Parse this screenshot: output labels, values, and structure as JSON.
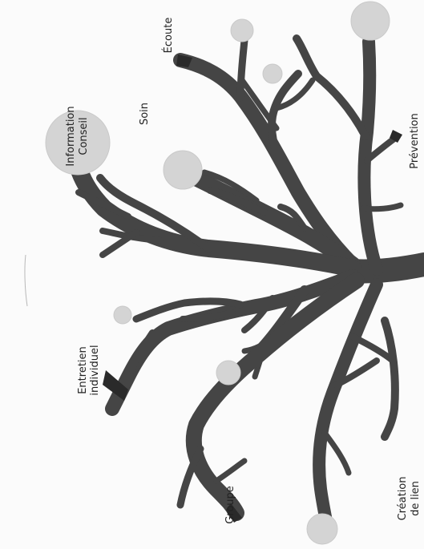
{
  "diagram": {
    "labels": {
      "information": "Information",
      "conseil": "Conseil",
      "soin": "Soin",
      "ecoute": "Écoute",
      "prevention": "Prévention",
      "entretien": "Entretien",
      "individuel": "individuel",
      "groupe": "Groupe",
      "creation": "Création",
      "de_lien": "de lien"
    },
    "colors": {
      "branch": "#454545",
      "bubble": "#d4d4d4",
      "text": "#222222",
      "background": "#fbfbfb"
    }
  }
}
